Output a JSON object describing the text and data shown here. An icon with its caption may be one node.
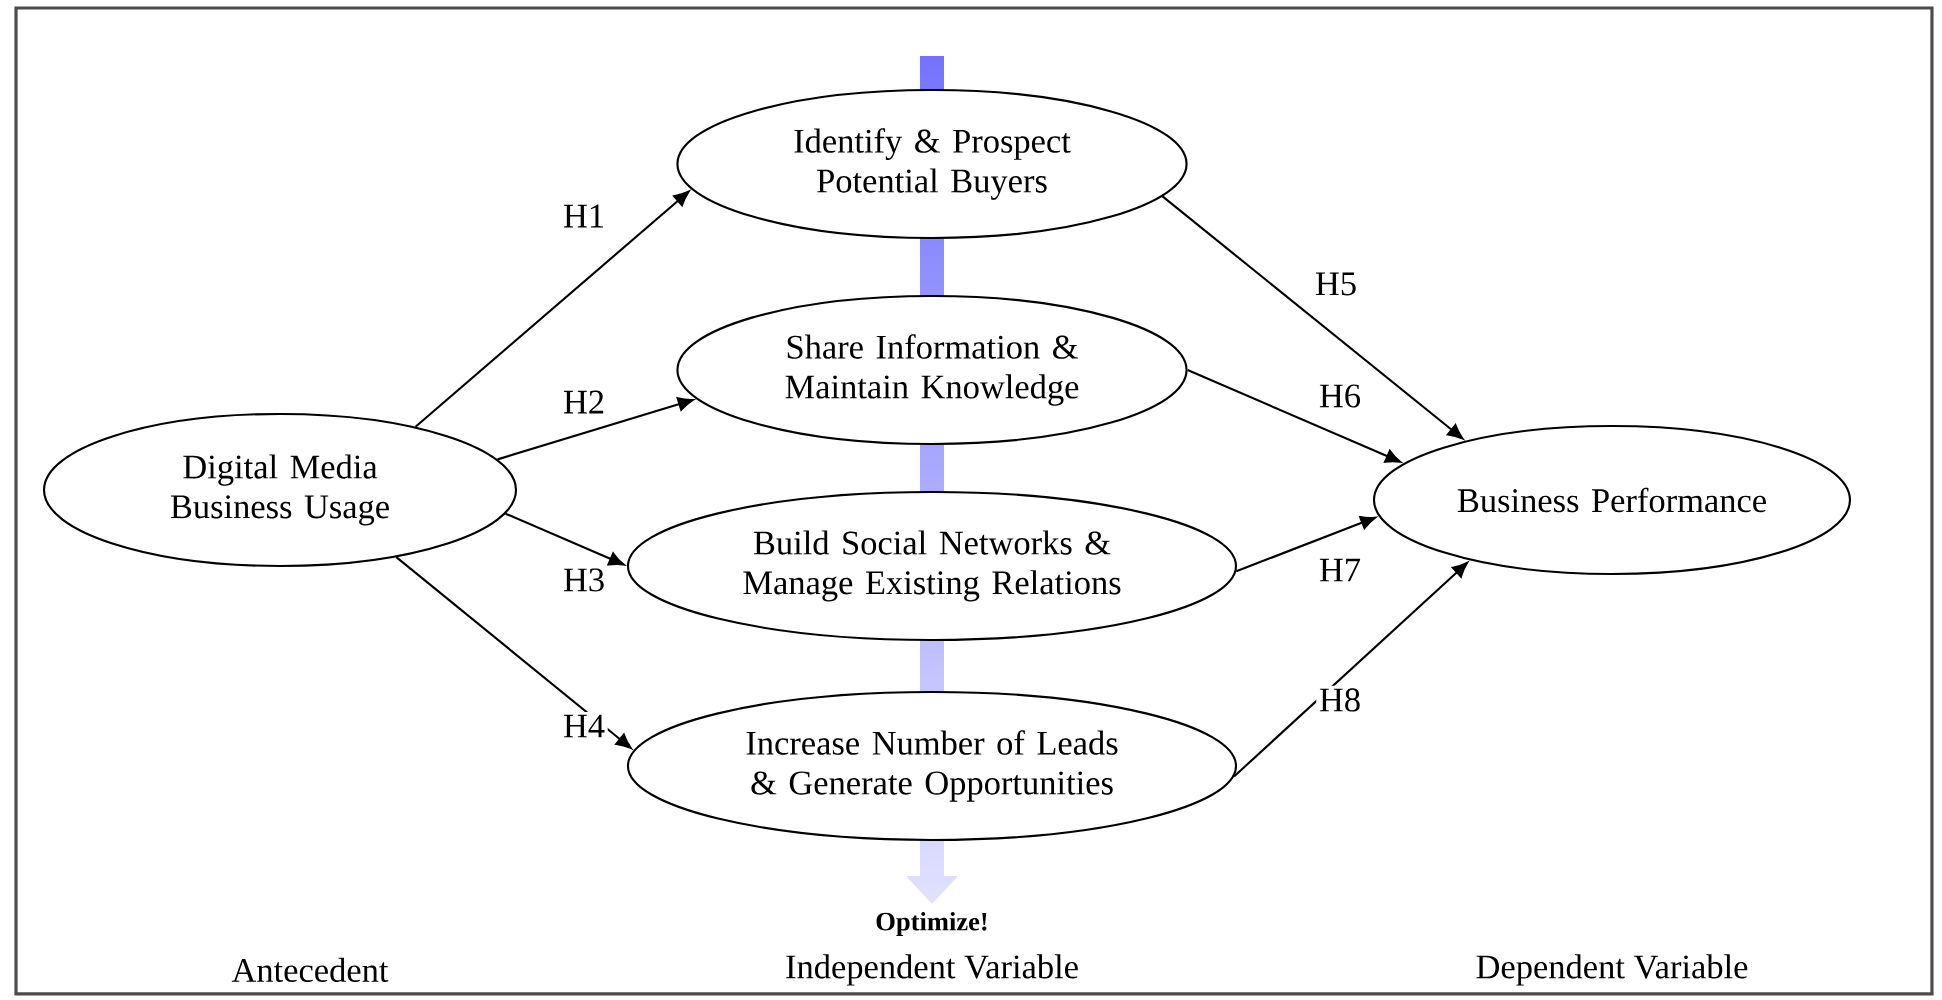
{
  "diagram": {
    "nodes": [
      {
        "text": [
          "Digital Media Business Usage"
        ]
      },
      {
        "text": [
          "Identify & Prospect Potential Buyers"
        ]
      },
      {
        "text": [
          "Share Information & Maintain Knowledge"
        ]
      },
      {
        "text": [
          "Build Social Networks & Manage Existing Relations"
        ]
      },
      {
        "text": [
          "Increase Number of Leads & Generate Opportunities"
        ]
      },
      {
        "text": [
          "Business Performance"
        ]
      }
    ],
    "edges": [
      {
        "from": 0,
        "to": 1,
        "arrow": "to",
        "label": "H1"
      },
      {
        "from": 0,
        "to": 2,
        "arrow": "to",
        "label": "H2"
      },
      {
        "from": 0,
        "to": 3,
        "arrow": "to",
        "label": "H3"
      },
      {
        "from": 0,
        "to": 4,
        "arrow": "to",
        "label": "H4"
      },
      {
        "from": 1,
        "to": 5,
        "arrow": "to",
        "label": "H5"
      },
      {
        "from": 2,
        "to": 5,
        "arrow": "to",
        "label": "H6"
      },
      {
        "from": 3,
        "to": 5,
        "arrow": "to",
        "label": "H7"
      },
      {
        "from": 4,
        "to": 5,
        "arrow": "to",
        "label": "H8"
      }
    ],
    "labels": [
      "Optimize!",
      "Antecedent",
      "Independent Variable",
      "Dependent Variable"
    ]
  }
}
